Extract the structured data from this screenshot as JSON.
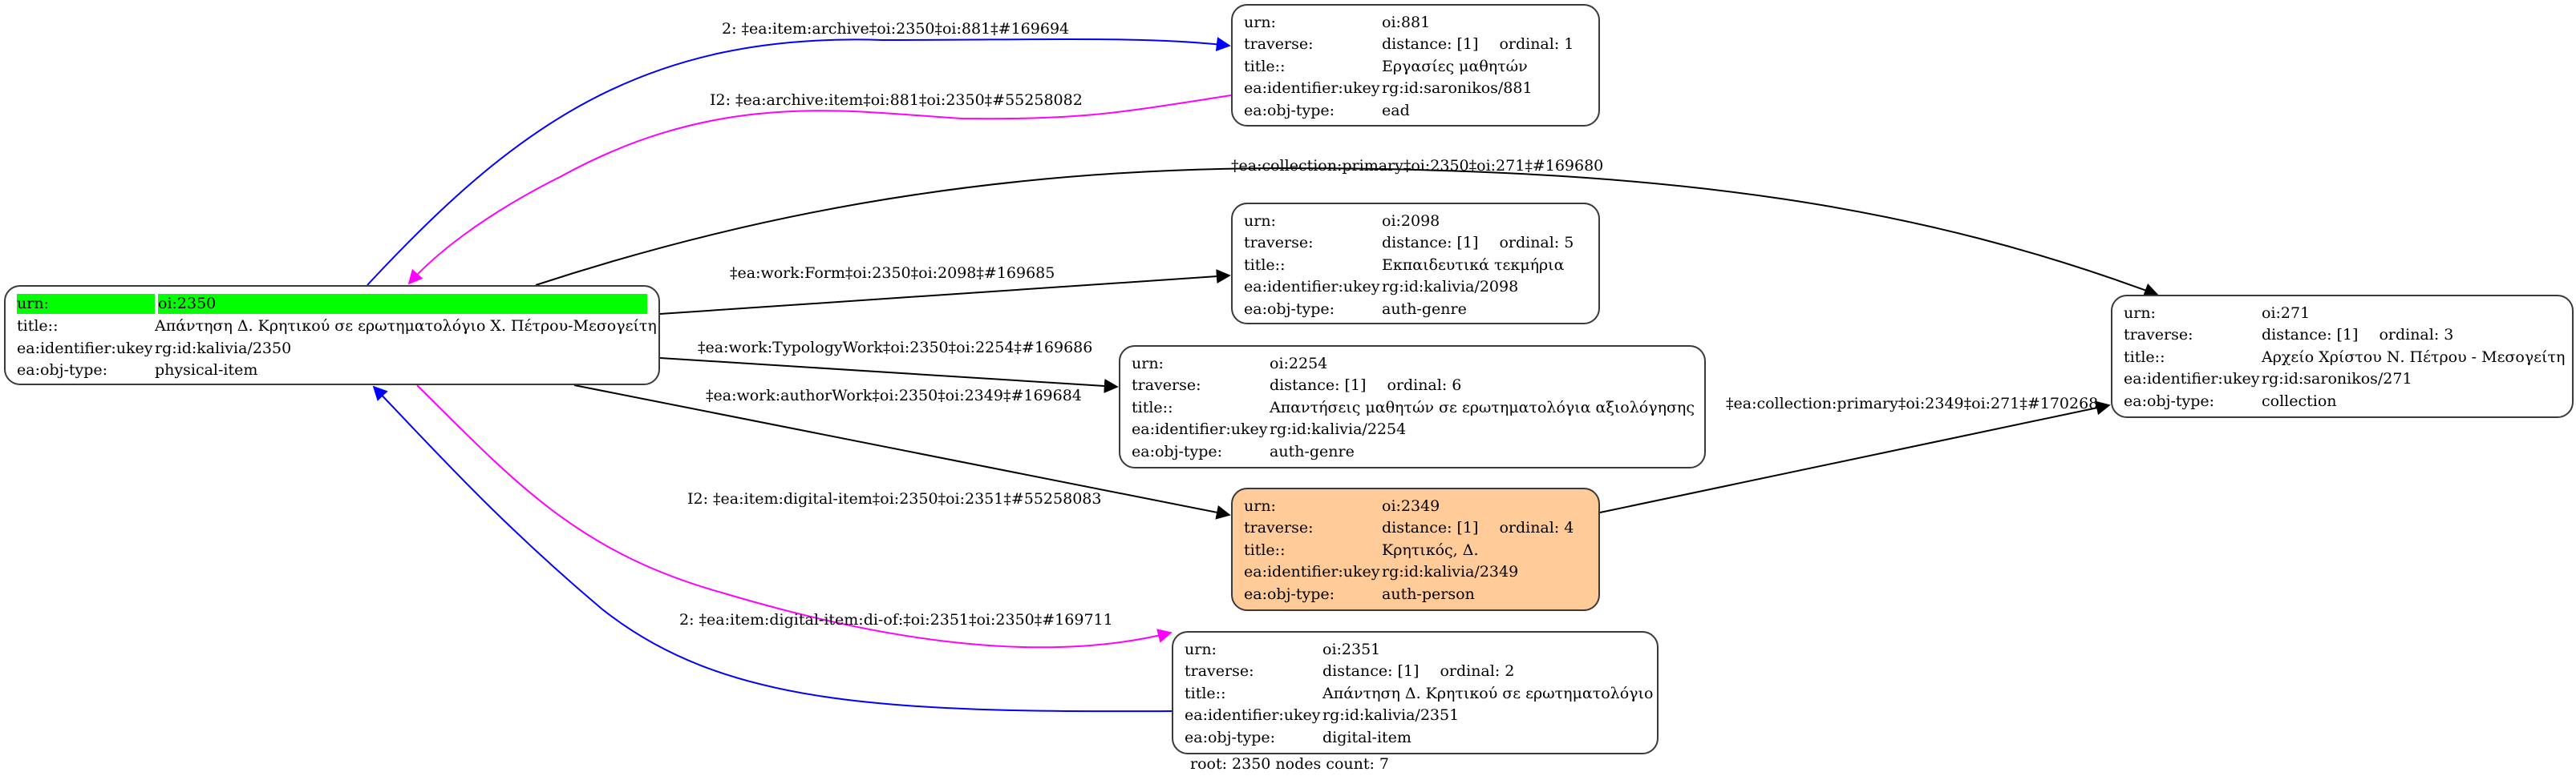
{
  "colors": {
    "root_highlight": "#00ff00",
    "person_fill": "#ffcc99",
    "edge_forward": "#0000ff",
    "edge_inverse": "#ff00ff",
    "edge_default": "#000000"
  },
  "root": {
    "rows": [
      {
        "key": "urn:",
        "value": "oi:2350"
      },
      {
        "key": "title::",
        "value": "Απάντηση Δ. Κρητικού σε ερωτηματολόγιο Χ. Πέτρου-Μεσογείτη"
      },
      {
        "key": "ea:identifier:ukey",
        "value": "rg:id:kalivia/2350"
      },
      {
        "key": "ea:obj-type:",
        "value": "physical-item"
      }
    ]
  },
  "nodes": [
    {
      "id": "881",
      "urn": "oi:881",
      "distance": "distance: [1]",
      "ordinal": "ordinal: 1",
      "title": "Εργασίες μαθητών",
      "ukey": "rg:id:saronikos/881",
      "objtype": "ead"
    },
    {
      "id": "2098",
      "urn": "oi:2098",
      "distance": "distance: [1]",
      "ordinal": "ordinal: 5",
      "title": "Εκπαιδευτικά τεκμήρια",
      "ukey": "rg:id:kalivia/2098",
      "objtype": "auth-genre"
    },
    {
      "id": "2254",
      "urn": "oi:2254",
      "distance": "distance: [1]",
      "ordinal": "ordinal: 6",
      "title": "Απαντήσεις μαθητών σε ερωτηματολόγια αξιολόγησης",
      "ukey": "rg:id:kalivia/2254",
      "objtype": "auth-genre"
    },
    {
      "id": "2349",
      "urn": "oi:2349",
      "distance": "distance: [1]",
      "ordinal": "ordinal: 4",
      "title": "Κρητικός, Δ.",
      "ukey": "rg:id:kalivia/2349",
      "objtype": "auth-person"
    },
    {
      "id": "2351",
      "urn": "oi:2351",
      "distance": "distance: [1]",
      "ordinal": "ordinal: 2",
      "title": "Απάντηση Δ. Κρητικού σε ερωτηματολόγιο",
      "ukey": "rg:id:kalivia/2351",
      "objtype": "digital-item"
    },
    {
      "id": "271",
      "urn": "oi:271",
      "distance": "distance: [1]",
      "ordinal": "ordinal: 3",
      "title": "Αρχείο Χρίστου Ν. Πέτρου - Μεσογείτη",
      "ukey": "rg:id:saronikos/271",
      "objtype": "collection"
    }
  ],
  "field_labels": {
    "urn": "urn:",
    "traverse": "traverse:",
    "title": "title::",
    "ukey": "ea:identifier:ukey",
    "objtype": "ea:obj-type:"
  },
  "edges": [
    {
      "from": "2350",
      "to": "881",
      "kind": "forward",
      "label": "2: ‡ea:item:archive‡oi:2350‡oi:881‡#169694"
    },
    {
      "from": "881",
      "to": "2350",
      "kind": "inverse",
      "label": "I2: ‡ea:archive:item‡oi:881‡oi:2350‡#55258082"
    },
    {
      "from": "2350",
      "to": "271",
      "kind": "default",
      "label": "‡ea:collection:primary‡oi:2350‡oi:271‡#169680"
    },
    {
      "from": "2350",
      "to": "2098",
      "kind": "default",
      "label": "‡ea:work:Form‡oi:2350‡oi:2098‡#169685"
    },
    {
      "from": "2350",
      "to": "2254",
      "kind": "default",
      "label": "‡ea:work:TypologyWork‡oi:2350‡oi:2254‡#169686"
    },
    {
      "from": "2350",
      "to": "2349",
      "kind": "default",
      "label": "‡ea:work:authorWork‡oi:2350‡oi:2349‡#169684"
    },
    {
      "from": "2350",
      "to": "2351",
      "kind": "inverse",
      "label": "I2: ‡ea:item:digital-item‡oi:2350‡oi:2351‡#55258083"
    },
    {
      "from": "2351",
      "to": "2350",
      "kind": "forward",
      "label": "2: ‡ea:item:digital-item:di-of:‡oi:2351‡oi:2350‡#169711"
    },
    {
      "from": "2349",
      "to": "271",
      "kind": "default",
      "label": "‡ea:collection:primary‡oi:2349‡oi:271‡#170268"
    }
  ],
  "footer": "root: 2350 nodes count: 7"
}
